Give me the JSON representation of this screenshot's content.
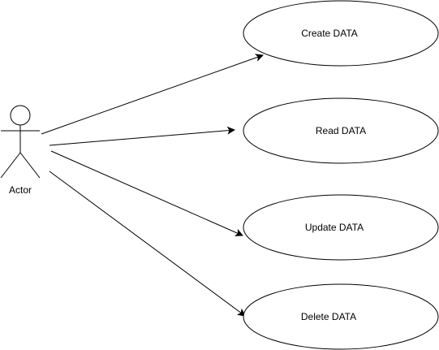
{
  "diagram": {
    "actor": {
      "label": "Actor"
    },
    "use_cases": [
      {
        "label": "Create DATA"
      },
      {
        "label": "Read DATA"
      },
      {
        "label": "Update DATA"
      },
      {
        "label": "Delete DATA"
      }
    ],
    "colors": {
      "stroke": "#000000",
      "fill": "#ffffff",
      "text": "#000000"
    }
  }
}
